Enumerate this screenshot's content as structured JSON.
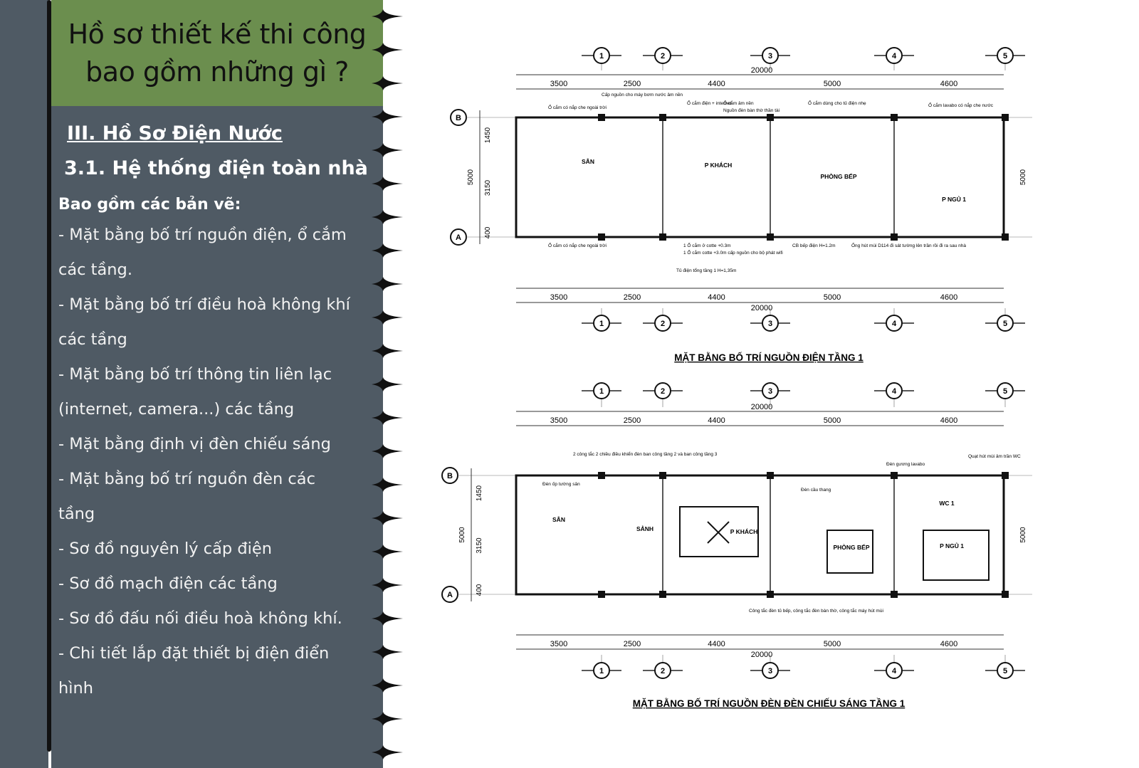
{
  "header": {
    "title_line1": "Hồ sơ thiết kế thi công",
    "title_line2": "bao gồm những gì ?"
  },
  "section": {
    "heading": "III. Hồ Sơ Điện Nước",
    "subheading": "3.1. Hệ thống điện toàn nhà",
    "lead": "Bao gồm các bản vẽ:",
    "items": [
      "- Mặt bằng bố trí nguồn điện, ổ cắm",
      "các tầng.",
      " - Mặt bằng bố trí điều hoà không khí",
      "các tầng",
      " - Mặt bằng bố trí thông tin liên lạc",
      "(internet, camera...) các tầng",
      " - Mặt bằng định vị đèn chiếu sáng",
      " - Mặt bằng bố trí nguồn đèn các",
      "tầng",
      " - Sơ đồ nguyên lý cấp điện",
      " - Sơ đồ mạch điện các tầng",
      " - Sơ đồ đấu nối điều hoà không khí.",
      " - Chi tiết lắp đặt thiết bị điện điển",
      "hình"
    ]
  },
  "plans": [
    {
      "title": "MẶT BẰNG BỐ TRÍ NGUỒN ĐIỆN TẦNG 1",
      "axes": [
        "1",
        "2",
        "3",
        "4",
        "5"
      ],
      "rows": [
        "B",
        "A"
      ],
      "total": "20000",
      "spans": [
        "3500",
        "2500",
        "4400",
        "5000",
        "4600"
      ],
      "side": [
        "1450",
        "3150",
        "400"
      ],
      "side_total": "5000",
      "rooms": [
        "SÂN",
        "P KHÁCH",
        "PHÒNG BẾP",
        "P NGỦ 1"
      ],
      "notes": [
        "Ổ cắm có nắp che ngoài trời",
        "Cấp nguồn cho máy bơm nước âm nền",
        "Ổ cắm điện + internet",
        "Ổ cắm âm nền",
        "Nguồn đèn bàn thờ thần tài",
        "Ổ cắm dùng cho tủ điện nhẹ",
        "Ổ cắm lavabo có nắp che nước",
        "Ổ cắm có nắp che ngoài trời",
        "1 Ổ cắm ở cotte +0.3m",
        "1 Ổ cắm cotte +3.0m cấp nguồn cho bộ phát wifi",
        "Tủ điện tổng tầng 1 H=1,35m",
        "CB bếp điện H=1.2m",
        "Ống hút mùi D114 đi sát tường lên trần rồi đi ra sau nhà"
      ]
    },
    {
      "title": "MẶT BẰNG BỐ TRÍ NGUỒN ĐÈN ĐÈN CHIẾU SÁNG TẦNG 1",
      "axes": [
        "1",
        "2",
        "3",
        "4",
        "5"
      ],
      "rows": [
        "B",
        "A"
      ],
      "total": "20000",
      "spans": [
        "3500",
        "2500",
        "4400",
        "5000",
        "4600"
      ],
      "side": [
        "1450",
        "3150",
        "400"
      ],
      "side_total": "5000",
      "rooms": [
        "SÂN",
        "SẢNH",
        "P KHÁCH",
        "PHÒNG BẾP",
        "P NGỦ 1",
        "WC 1"
      ],
      "notes": [
        "2 công tắc 2 chiều điều khiển đèn ban công tầng 2 và ban công tầng 3",
        "Đèn ốp tường sân",
        "Đèn cầu thang",
        "Đèn gương lavabo",
        "Quạt hút mùi âm trần WC",
        "Công tắc đèn tủ bếp, công tắc đèn bàn thờ, công tắc máy hút mùi"
      ]
    }
  ],
  "colors": {
    "panel": "#4f5a64",
    "header": "#6b8e4e"
  }
}
